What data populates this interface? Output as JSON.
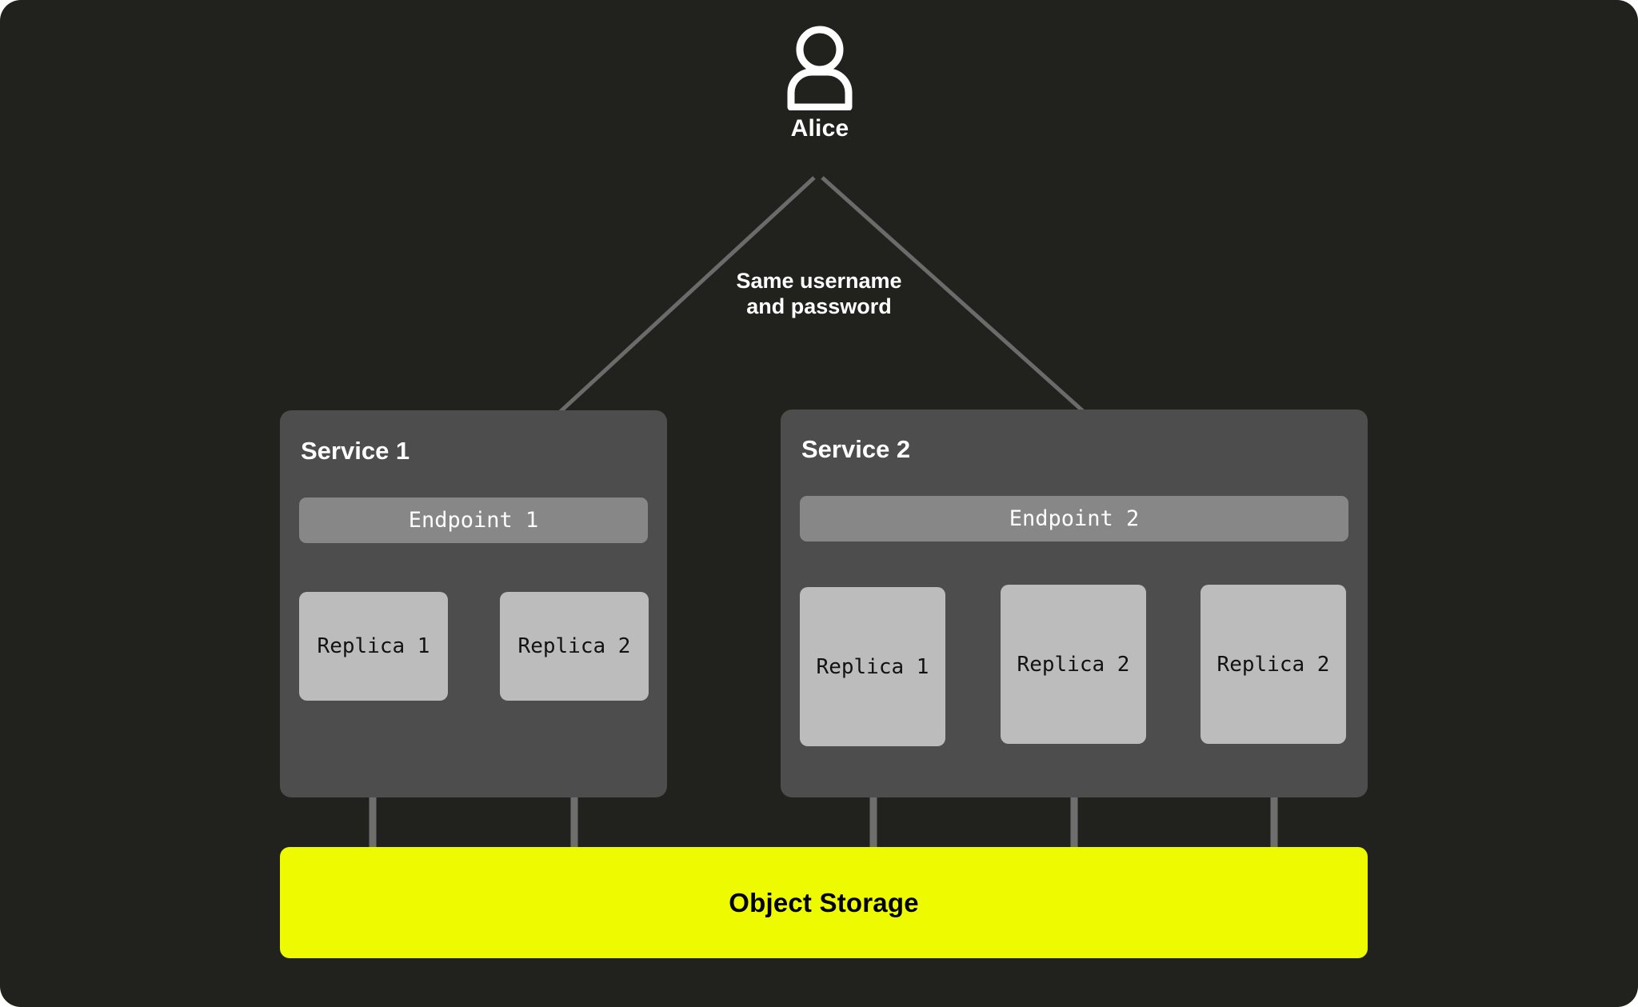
{
  "canvas": {
    "background": "#21211d",
    "line_color": "#6b6b6b",
    "accent_color": "#edfa00"
  },
  "actor": {
    "icon": "user-icon",
    "name": "Alice"
  },
  "edge_label": {
    "line1": "Same username",
    "line2": "and password"
  },
  "services": [
    {
      "title": "Service 1",
      "endpoint": "Endpoint 1",
      "replicas": [
        "Replica 1",
        "Replica 2"
      ]
    },
    {
      "title": "Service 2",
      "endpoint": "Endpoint 2",
      "replicas": [
        "Replica 1",
        "Replica 2",
        "Replica 2"
      ]
    }
  ],
  "storage": {
    "label": "Object Storage"
  }
}
